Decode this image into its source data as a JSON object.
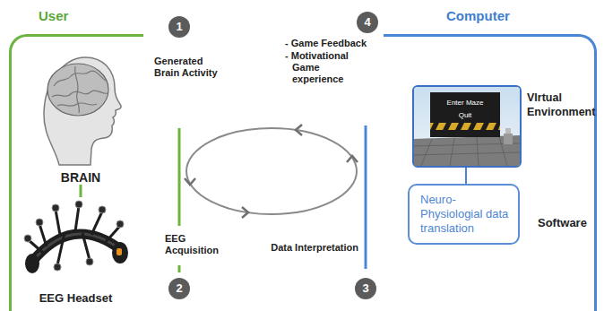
{
  "diagram": {
    "nodes": [
      {
        "text": [
          "User"
        ]
      },
      {
        "text": [
          "BRAIN"
        ],
        "in": 0
      },
      {
        "text": [
          "EEG Headset"
        ],
        "in": 0
      },
      {
        "text": [
          "Computer"
        ]
      },
      {
        "text": [
          "VIrtual Environment"
        ],
        "in": 3
      },
      {
        "text": [
          "Neuro-Physiologial data translation",
          "Software"
        ],
        "in": 3
      },
      {
        "text": [
          "1"
        ]
      },
      {
        "text": [
          "2"
        ]
      },
      {
        "text": [
          "3"
        ]
      },
      {
        "text": [
          "4"
        ]
      }
    ],
    "edges": [
      {
        "from": 1,
        "to": 2,
        "arrow": "none"
      },
      {
        "from": 4,
        "to": 5,
        "arrow": "none"
      }
    ],
    "labels": [
      "Generated Brain Activity",
      "EEG Acquisition",
      "- Game Feedback",
      "- Motivational Game experience",
      "Data Interpretation",
      "Enter Maze",
      "Quit"
    ]
  }
}
